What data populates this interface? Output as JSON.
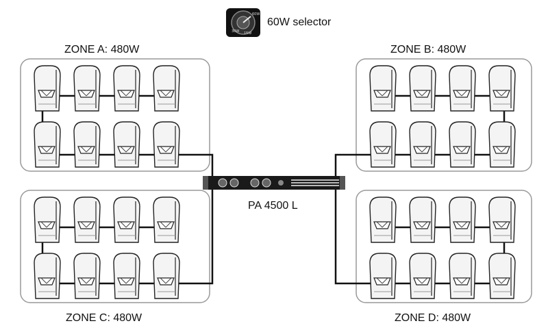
{
  "header": {
    "selector_label": "60W selector"
  },
  "selector_knob": {
    "labels": [
      "60W",
      "30W",
      "15W"
    ]
  },
  "zones": [
    {
      "id": "a",
      "title": "ZONE A: 480W",
      "speakers": 8
    },
    {
      "id": "b",
      "title": "ZONE B: 480W",
      "speakers": 8
    },
    {
      "id": "c",
      "title": "ZONE C: 480W",
      "speakers": 8
    },
    {
      "id": "d",
      "title": "ZONE D: 480W",
      "speakers": 8
    }
  ],
  "amplifier": {
    "label": "PA 4500 L"
  },
  "colors": {
    "wire": "#111111",
    "zone_border": "#999999",
    "speaker_fill": "#f4f4f4",
    "amp_body": "#1a1a1a"
  }
}
